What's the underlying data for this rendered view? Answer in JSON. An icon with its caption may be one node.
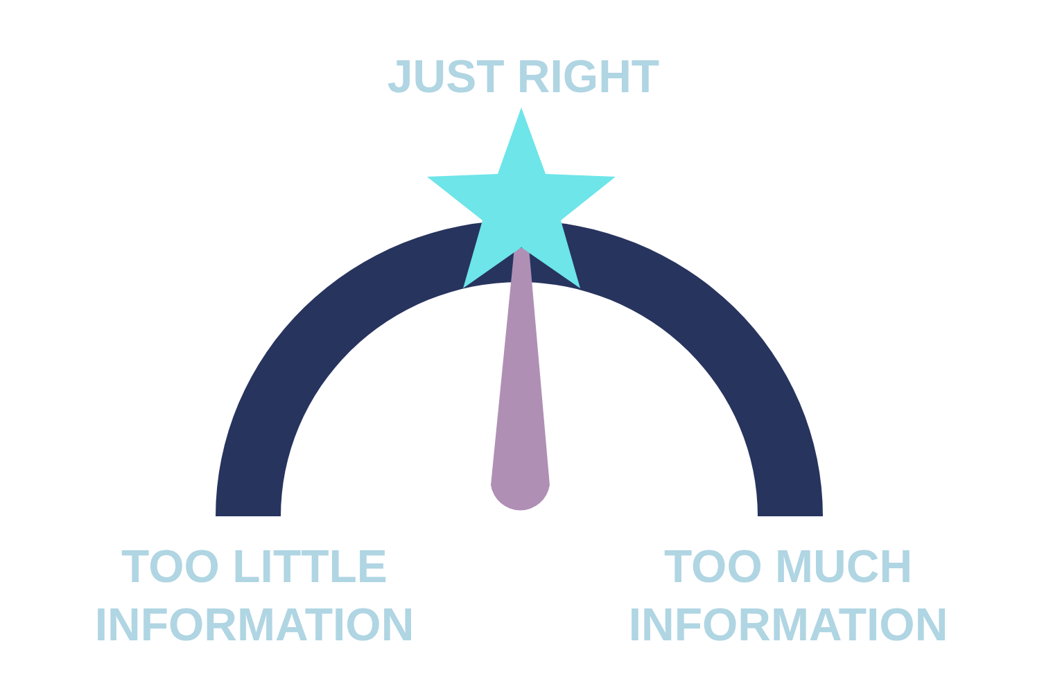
{
  "diagram": {
    "labels": [
      "JUST RIGHT",
      "TOO LITTLE INFORMATION",
      "TOO MUCH INFORMATION"
    ]
  }
}
